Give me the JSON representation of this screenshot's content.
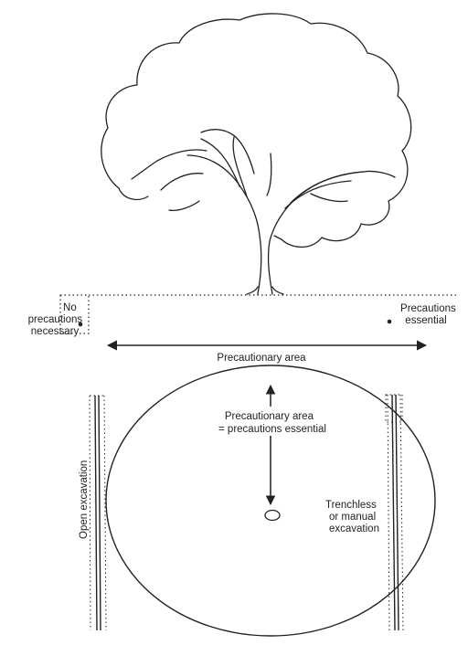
{
  "elevation": {
    "no_precautions": [
      "No",
      "precautions",
      "necessary"
    ],
    "precautions_essential": [
      "Precautions",
      "essential"
    ],
    "precautionary_area": "Precautionary area"
  },
  "plan": {
    "area_note": [
      "Precautionary area",
      "= precautions essential"
    ],
    "open_excavation": "Open excavation",
    "trenchless": [
      "Trenchless",
      "or manual",
      "excavation"
    ]
  },
  "colors": {
    "ink": "#222222",
    "background": "#ffffff"
  }
}
